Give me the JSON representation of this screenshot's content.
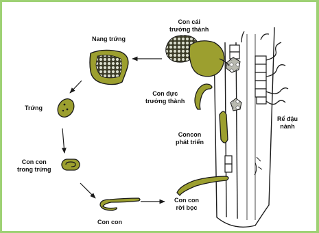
{
  "labels": {
    "cyst": "Nang trứng",
    "egg": "Trứng",
    "juvenile_in_egg_1": "Con con",
    "juvenile_in_egg_2": "trong trứng",
    "juvenile": "Con con",
    "adult_female_1": "Con cái",
    "adult_female_2": "trưởng thành",
    "adult_male_1": "Con đực",
    "adult_male_2": "trưởng thành",
    "developing_1": "Concon",
    "developing_2": "phát triển",
    "free_juvenile_1": "Con con",
    "free_juvenile_2": "rời bọc",
    "root_1": "Rể đậu",
    "root_2": "nành"
  },
  "colors": {
    "nematode_fill": "#9c9f2f",
    "outline": "#1a1a1a",
    "frame": "#9ed174",
    "cyst_dots": "#d9dccc"
  }
}
